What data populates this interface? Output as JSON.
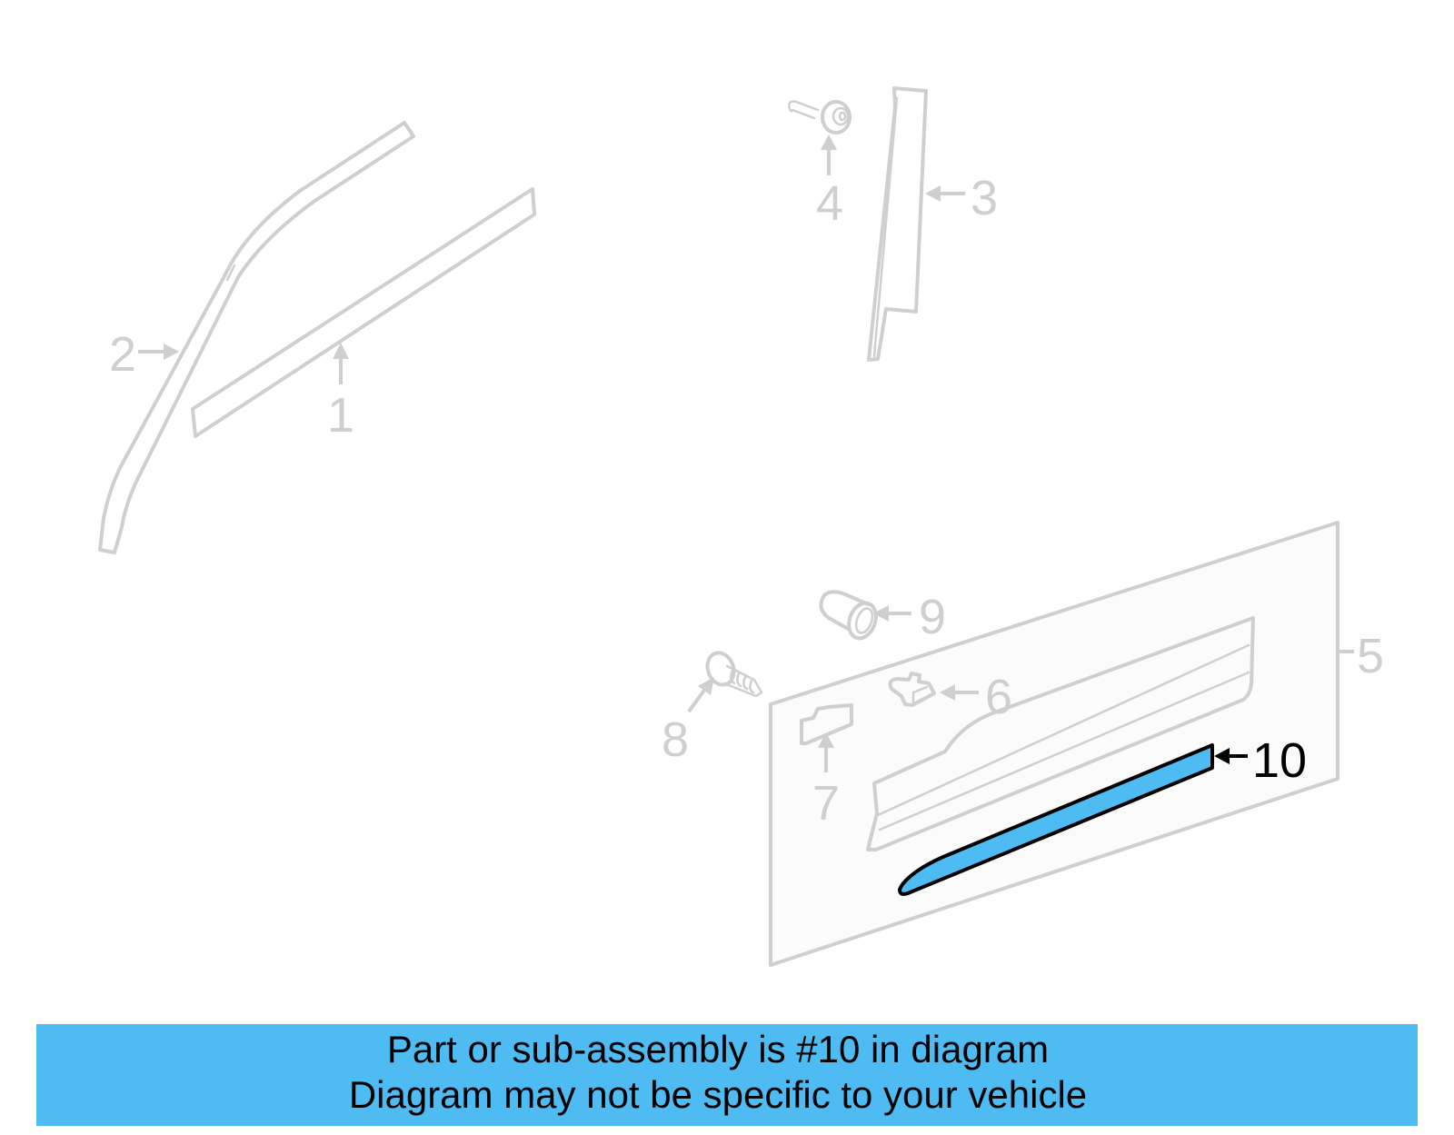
{
  "diagram": {
    "highlight_color": "#4fbbf3",
    "line_color": "#cfcfcf",
    "callouts": [
      {
        "id": 1,
        "label": "1",
        "part": "window-belt-molding"
      },
      {
        "id": 2,
        "label": "2",
        "part": "door-frame-molding"
      },
      {
        "id": 3,
        "label": "3",
        "part": "pillar-applique"
      },
      {
        "id": 4,
        "label": "4",
        "part": "bolt"
      },
      {
        "id": 5,
        "label": "5",
        "part": "door-panel"
      },
      {
        "id": 6,
        "label": "6",
        "part": "clip"
      },
      {
        "id": 7,
        "label": "7",
        "part": "bracket"
      },
      {
        "id": 8,
        "label": "8",
        "part": "screw"
      },
      {
        "id": 9,
        "label": "9",
        "part": "rivet"
      },
      {
        "id": 10,
        "label": "10",
        "part": "body-side-molding",
        "highlighted": true
      }
    ]
  },
  "banner": {
    "line1": "Part or sub-assembly is #10 in diagram",
    "line2": "Diagram may not be specific to your vehicle",
    "background": "#4fbbf3"
  }
}
